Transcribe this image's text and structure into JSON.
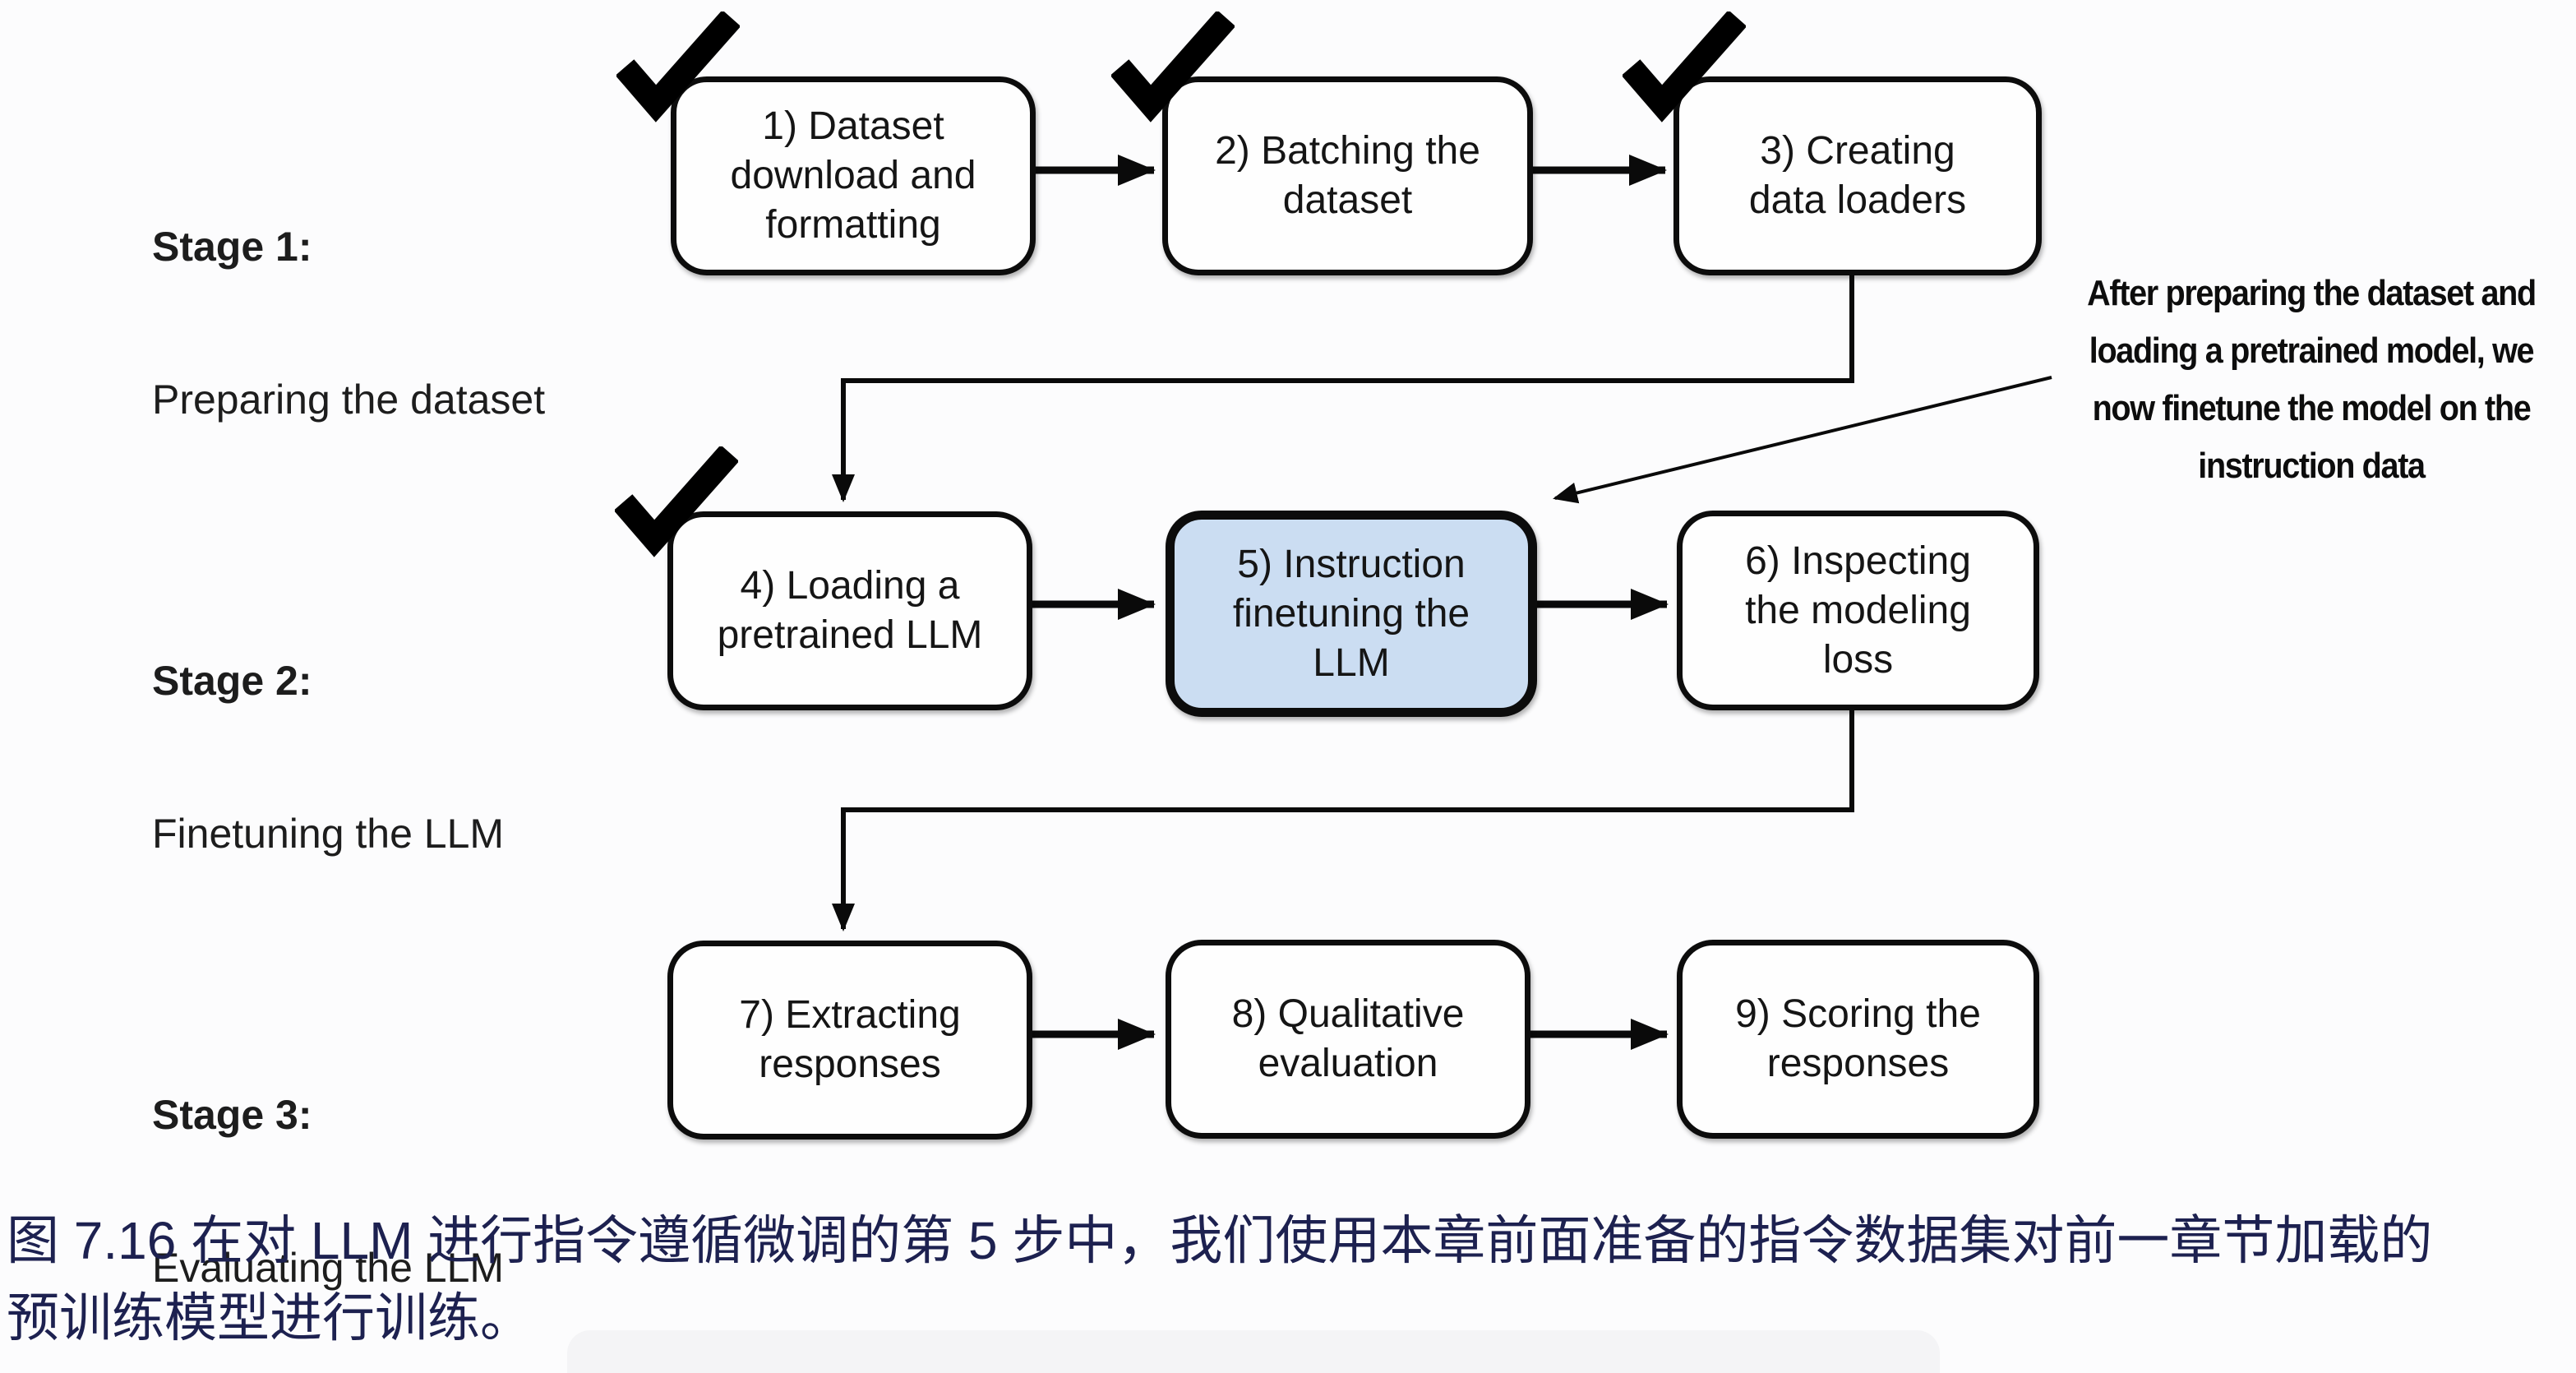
{
  "figure": {
    "type": "flow-diagram",
    "colors": {
      "highlight_fill": "#cbddf2",
      "line_color": "#0a0a0a",
      "caption_text": "#1d2150",
      "box_fill": "#fefefe"
    }
  },
  "diagram": {
    "stages": [
      {
        "title": "Stage 1:",
        "subtitle": "Preparing the dataset"
      },
      {
        "title": "Stage 2:",
        "subtitle": "Finetuning the LLM"
      },
      {
        "title": "Stage 3:",
        "subtitle": "Evaluating the LLM"
      }
    ],
    "boxes": [
      {
        "id": 1,
        "label": "1) Dataset\ndownload and\nformatting",
        "checked": true,
        "highlighted": false
      },
      {
        "id": 2,
        "label": "2) Batching the\ndataset",
        "checked": true,
        "highlighted": false
      },
      {
        "id": 3,
        "label": "3) Creating\ndata loaders",
        "checked": true,
        "highlighted": false
      },
      {
        "id": 4,
        "label": "4) Loading a\npretrained LLM",
        "checked": true,
        "highlighted": false
      },
      {
        "id": 5,
        "label": "5) Instruction\nfinetuning the\nLLM",
        "checked": false,
        "highlighted": true
      },
      {
        "id": 6,
        "label": "6) Inspecting\nthe modeling\nloss",
        "checked": false,
        "highlighted": false
      },
      {
        "id": 7,
        "label": "7) Extracting\nresponses",
        "checked": false,
        "highlighted": false
      },
      {
        "id": 8,
        "label": "8) Qualitative\nevaluation",
        "checked": false,
        "highlighted": false
      },
      {
        "id": 9,
        "label": "9) Scoring the\nresponses",
        "checked": false,
        "highlighted": false
      }
    ],
    "annotation": "After preparing the dataset and\nloading a pretrained model, we\nnow finetune the model on the\ninstruction data"
  },
  "caption": {
    "text": "图 7.16 在对 LLM 进行指令遵循微调的第 5 步中，我们使用本章前面准备的指令数据集对前一章节加载的\n预训练模型进行训练。"
  }
}
